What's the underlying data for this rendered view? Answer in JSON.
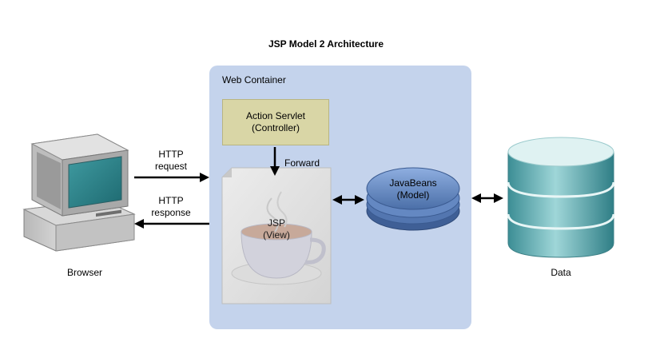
{
  "title": "JSP Model 2 Architecture",
  "web_container": {
    "label": "Web Container"
  },
  "controller": {
    "line1": "Action Servlet",
    "line2": "(Controller)"
  },
  "forward_label": "Forward",
  "view": {
    "line1": "JSP",
    "line2": "(View)"
  },
  "model": {
    "line1": "JavaBeans",
    "line2": "(Model)"
  },
  "browser": {
    "label": "Browser"
  },
  "data_store": {
    "label": "Data"
  },
  "http_request": {
    "line1": "HTTP",
    "line2": "request"
  },
  "http_response": {
    "line1": "HTTP",
    "line2": "response"
  },
  "colors": {
    "container": "#c4d3ec",
    "controller": "#d9d6a6",
    "model": "#5a7fb8",
    "data_top": "#d8f0f0",
    "data_body": "#5aa2a8",
    "monitor_screen": "#2f7f86"
  }
}
